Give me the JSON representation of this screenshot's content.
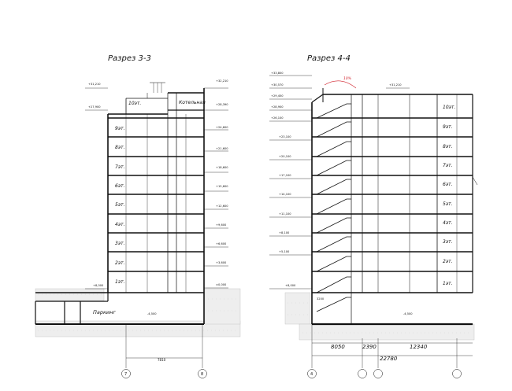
{
  "section_left": {
    "title": "Разрез 3-3",
    "top_label": "10эт.",
    "boiler_room": "Котельная",
    "parking": "Паркинг",
    "floors": [
      "1эт.",
      "2эт.",
      "3эт.",
      "4эт.",
      "5эт.",
      "6эт.",
      "7эт.",
      "8эт.",
      "9эт."
    ],
    "elevations_right": [
      "+32,210",
      "+28,390",
      "+24,600",
      "+21,600",
      "+18,600",
      "+15,600",
      "+12,600",
      "+9,600",
      "+6,600",
      "+3,600",
      "±0,000"
    ],
    "elevations_left": [
      "+31,210",
      "+27,900"
    ],
    "ground_left": "+8,000",
    "basement": "-4,500",
    "axis_dim": "7810",
    "axes": [
      "7",
      "8"
    ]
  },
  "section_right": {
    "title": "Разрез 4-4",
    "floors": [
      "1эт.",
      "2эт.",
      "3эт.",
      "4эт.",
      "5эт.",
      "6эт.",
      "7эт.",
      "8эт.",
      "9эт.",
      "10эт."
    ],
    "elevations_left": [
      "+33,800",
      "+30,570",
      "+29,450",
      "+28,900",
      "+26,100",
      "+23,100",
      "+20,100",
      "+17,100",
      "+14,100",
      "+11,100",
      "+8,100",
      "+5,100"
    ],
    "elevation_top_right": "+31,210",
    "ground_left": "+8,000",
    "basement": "-4,500",
    "stair_level": "3200",
    "slope": "10%",
    "dims": [
      "8050",
      "2390",
      "12340"
    ],
    "total_dim": "22780",
    "axes": [
      "4"
    ]
  }
}
